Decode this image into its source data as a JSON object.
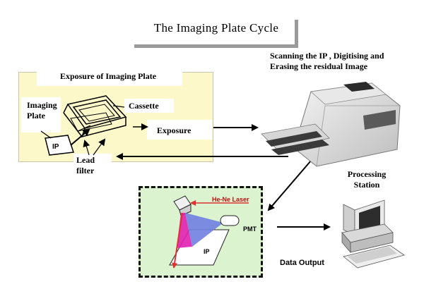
{
  "title": "The Imaging Plate Cycle",
  "exposure": {
    "heading": "Exposure of Imaging Plate",
    "imaging_plate": "Imaging Plate",
    "cassette": "Cassette",
    "exposure_label": "Exposure",
    "ip": "IP",
    "lead_filter": "Lead filter"
  },
  "scanner": {
    "label": "Scanning the IP , Digitising and Erasing the residual Image"
  },
  "readout": {
    "laser": "He-Ne Laser",
    "pmt": "PMT",
    "ip": "IP"
  },
  "data_output": "Data Output",
  "processing": "Processing Station",
  "colors": {
    "panel_yellow": "#fdf8c9",
    "panel_green": "#dcf3cf",
    "laser_red": "#e03030",
    "beam_magenta": "#e020b0",
    "beam_blue": "#7080e0"
  }
}
